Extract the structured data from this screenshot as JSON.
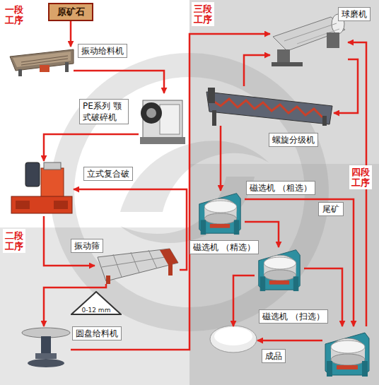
{
  "diagram": {
    "nodes": [
      {
        "text": [
          "原矿石"
        ]
      },
      {
        "text": [
          "振动给料机"
        ]
      },
      {
        "text": [
          "PE系列 颚式破碎机"
        ]
      },
      {
        "text": [
          "立式复合破"
        ]
      },
      {
        "text": [
          "振动筛"
        ]
      },
      {
        "text": [
          "0-12 mm"
        ]
      },
      {
        "text": [
          "圆盘给料机"
        ]
      },
      {
        "text": [
          "球磨机"
        ]
      },
      {
        "text": [
          "螺旋分级机"
        ]
      },
      {
        "text": [
          "磁选机 （粗选）"
        ]
      },
      {
        "text": [
          "尾矿"
        ]
      },
      {
        "text": [
          "磁选机 （精选）"
        ]
      },
      {
        "text": [
          "磁选机 （扫选）"
        ]
      },
      {
        "text": [
          "成品"
        ]
      }
    ],
    "edges": [
      {
        "from": 0,
        "to": 1,
        "arrow": "to"
      },
      {
        "from": 1,
        "to": 2,
        "arrow": "to"
      },
      {
        "from": 2,
        "to": 3,
        "arrow": "to"
      },
      {
        "from": 3,
        "to": 4,
        "arrow": "to"
      },
      {
        "from": 4,
        "to": 3,
        "arrow": "to"
      },
      {
        "from": 4,
        "to": 6,
        "arrow": "to"
      },
      {
        "from": 6,
        "to": 7,
        "arrow": "to"
      },
      {
        "from": 8,
        "to": 7,
        "arrow": "to"
      },
      {
        "from": 7,
        "to": 8,
        "arrow": "to"
      },
      {
        "from": 8,
        "to": 9,
        "arrow": "to"
      },
      {
        "from": 9,
        "to": 11,
        "arrow": "to"
      },
      {
        "from": 9,
        "to": 12,
        "arrow": "to"
      },
      {
        "from": 11,
        "to": 12,
        "arrow": "to"
      },
      {
        "from": 11,
        "to": 13,
        "arrow": "to"
      },
      {
        "from": 12,
        "to": 13,
        "arrow": "to"
      },
      {
        "from": 12,
        "to": 7,
        "arrow": "to"
      }
    ],
    "labels": [
      "一段 工序",
      "三段 工序",
      "四段 工序",
      "二段 工序"
    ]
  }
}
